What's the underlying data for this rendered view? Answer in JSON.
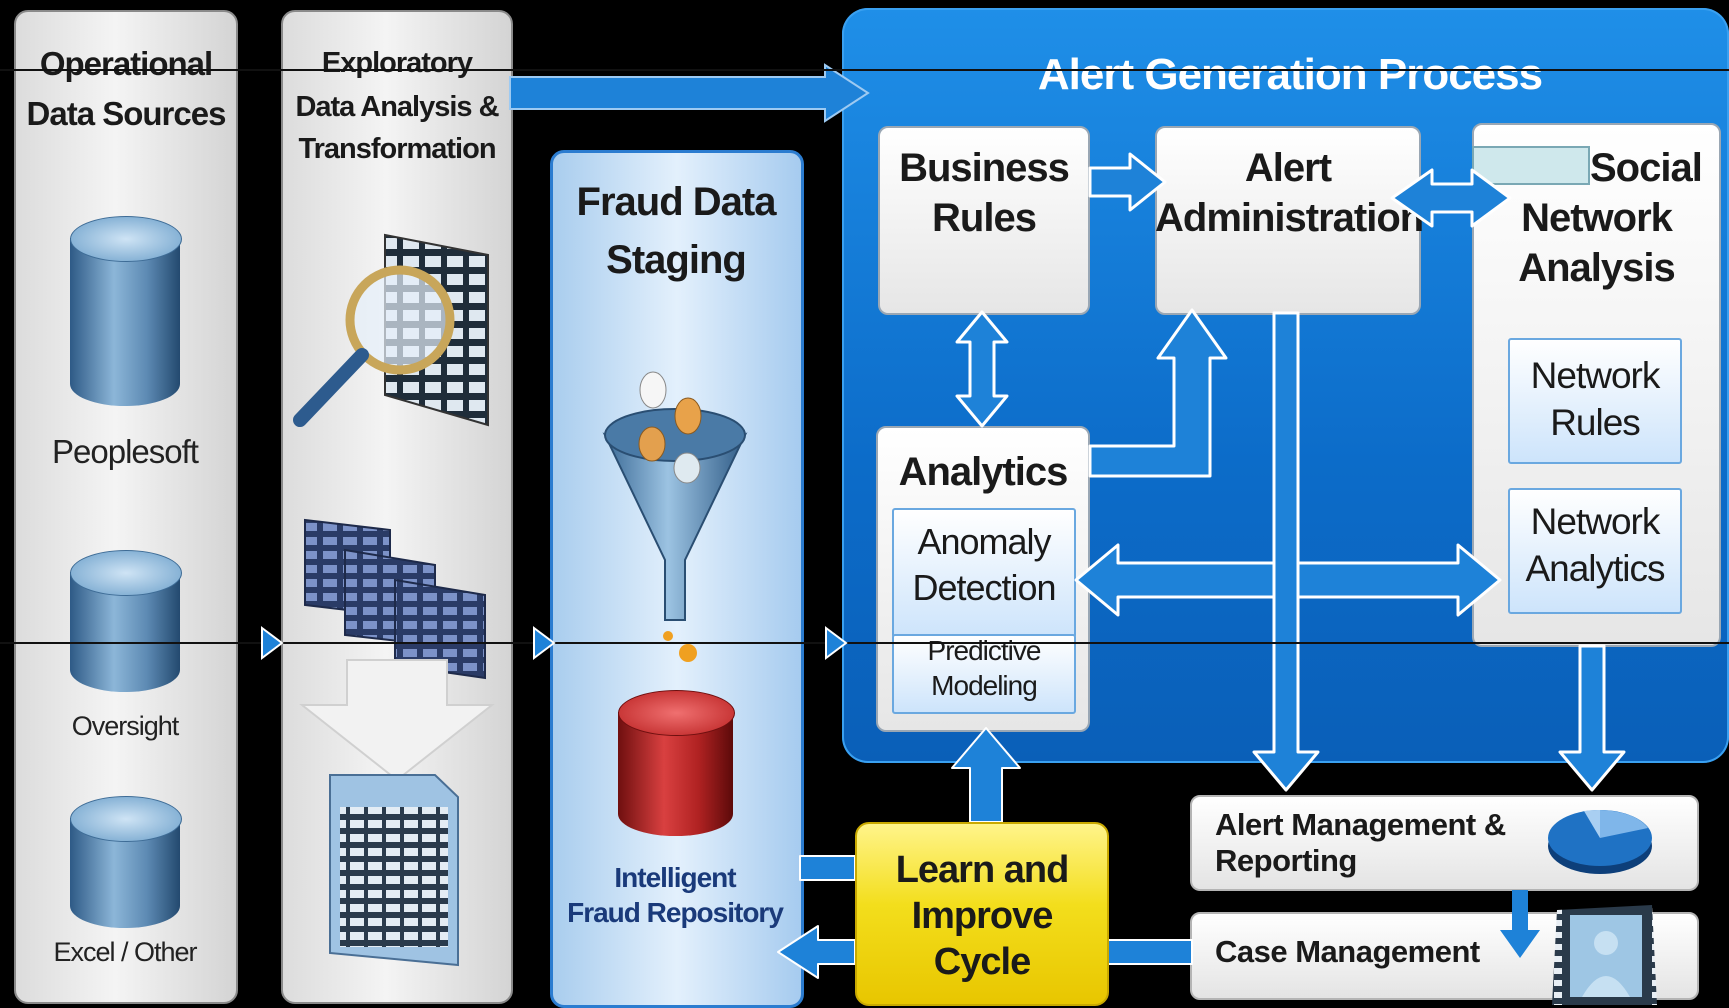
{
  "columns": {
    "operational": {
      "title_line1": "Operational",
      "title_line2": "Data Sources"
    },
    "exploratory": {
      "title_line1": "Exploratory",
      "title_line2": "Data Analysis &",
      "title_line3": "Transformation"
    },
    "fraud_staging": {
      "title_line1": "Fraud Data",
      "title_line2": "Staging"
    }
  },
  "sources": [
    "Peoplesoft",
    "Oversight",
    "Excel / Other"
  ],
  "repository": {
    "line1": "Intelligent",
    "line2": "Fraud Repository"
  },
  "alert_process": {
    "title": "Alert Generation Process",
    "business_rules": {
      "line1": "Business",
      "line2": "Rules"
    },
    "alert_admin": {
      "line1": "Alert",
      "line2": "Administration"
    },
    "sna": {
      "line1": "Social",
      "line2": "Network",
      "line3": "Analysis"
    },
    "network_rules": {
      "line1": "Network",
      "line2": "Rules"
    },
    "network_analytics": {
      "line1": "Network",
      "line2": "Analytics"
    },
    "analytics": "Analytics",
    "anomaly": {
      "line1": "Anomaly",
      "line2": "Detection"
    },
    "predictive": {
      "line1": "Predictive",
      "line2": "Modeling"
    }
  },
  "alert_management": {
    "line1": "Alert Management &",
    "line2": "Reporting"
  },
  "case_management": "Case Management",
  "learn_cycle": {
    "line1": "Learn and",
    "line2": "Improve",
    "line3": "Cycle"
  },
  "colors": {
    "alert_blue": "#0c6cc9",
    "arrow_blue": "#1e82d8",
    "learn_yellow": "#f3de1c",
    "repo_red": "#c43030",
    "text_navy": "#1a3a7a"
  }
}
